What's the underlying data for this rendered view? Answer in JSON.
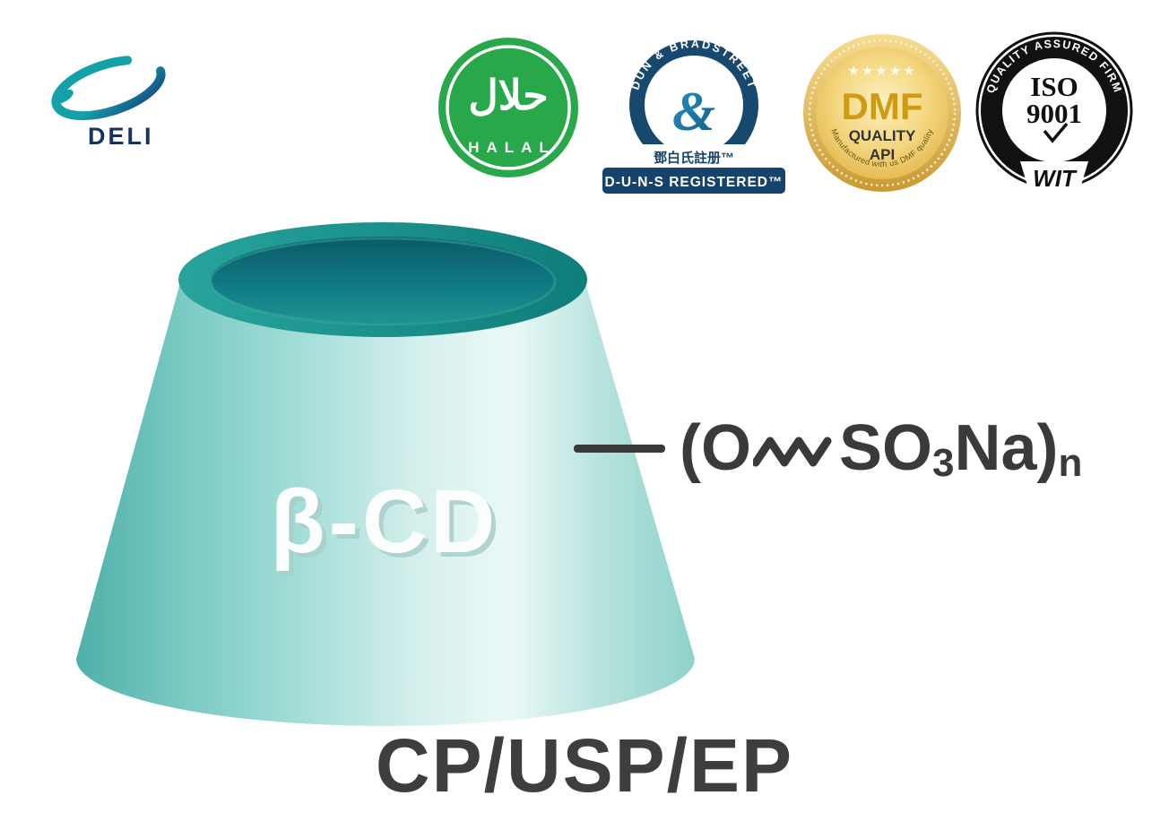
{
  "colors": {
    "teal": "#1e938e",
    "light_teal": "#bfe9e5",
    "navy": "#15436b",
    "halal_green": "#28a74b",
    "gold": "#e2b44a",
    "ink": "#3a3a3a"
  },
  "logo": {
    "brand": "DELI"
  },
  "badges": {
    "halal": {
      "arabic": "حلال",
      "label": "HALAL"
    },
    "dun_bradstreet": {
      "arc": "DUN & BRADSTREET",
      "symbol": "&",
      "chinese": "鄧白氏註册™",
      "banner": "D-U-N-S REGISTERED™"
    },
    "dmf": {
      "stars": "★★★★★",
      "title": "DMF",
      "line1": "QUALITY",
      "line2": "API",
      "tagline": "Manufactured with us DMF quality"
    },
    "iso": {
      "arc": "QUALITY ASSURED FIRM",
      "title": "ISO",
      "number": "9001",
      "mark": "WIT"
    }
  },
  "product": {
    "cone_label": "β-CD",
    "formula": {
      "open": "(O",
      "so": "SO",
      "sub3": "3",
      "na": "Na)",
      "subn": "n"
    }
  },
  "footer": {
    "standards": "CP/USP/EP"
  }
}
